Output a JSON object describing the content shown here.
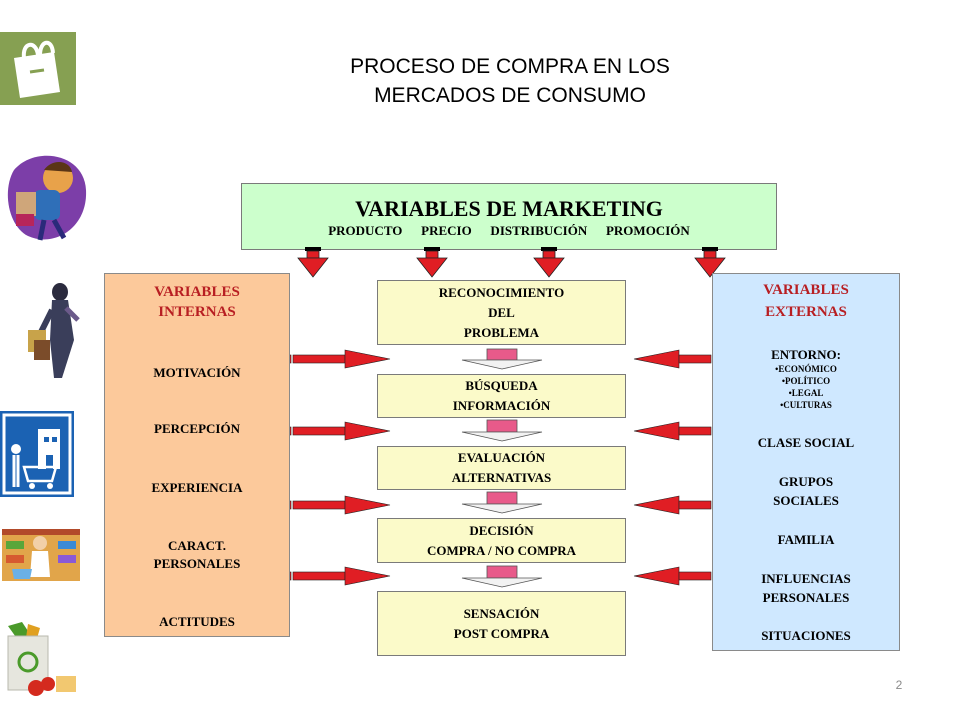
{
  "title": {
    "line1": "PROCESO DE COMPRA EN LOS",
    "line2": "MERCADOS DE CONSUMO"
  },
  "marketing": {
    "heading": "VARIABLES DE MARKETING",
    "items_line": "PRODUCTO   PRECIO   DISTRIBUCIÓN   PROMOCIÓN"
  },
  "internal": {
    "heading_line1": "VARIABLES",
    "heading_line2": "INTERNAS",
    "items": [
      "MOTIVACIÓN",
      "PERCEPCIÓN",
      "EXPERIENCIA",
      "CARACT.",
      "PERSONALES",
      "ACTITUDES"
    ]
  },
  "external": {
    "heading_line1": "VARIABLES",
    "heading_line2": "EXTERNAS",
    "entorno": "ENTORNO:",
    "entorno_items": [
      "•ECONÓMICO",
      "•POLÍTICO",
      "•LEGAL",
      "•CULTURAS"
    ],
    "clase_social": "CLASE SOCIAL",
    "grupos_line1": "GRUPOS",
    "grupos_line2": "SOCIALES",
    "familia": "FAMILIA",
    "influencias_line1": "INFLUENCIAS",
    "influencias_line2": "PERSONALES",
    "situaciones": "SITUACIONES"
  },
  "steps": [
    "RECONOCIMIENTO\nDEL\nPROBLEMA",
    "BÚSQUEDA\nINFORMACIÓN",
    "EVALUACIÓN\nALTERNATIVAS",
    "DECISIÓN\nCOMPRA / NO COMPRA",
    "SENSACIÓN\nPOST COMPRA"
  ],
  "page_number": "2",
  "icons": {
    "shopping_bag": "shopping-bag-icon",
    "shopper_cartoon": "shopper-cartoon-icon",
    "fashion_shopper": "fashion-shopper-icon",
    "supermarket_sign": "supermarket-sign-icon",
    "grocery_store": "grocery-store-icon",
    "grocery_bag": "grocery-bag-icon"
  },
  "colors": {
    "marketing_box": "#ccffcc",
    "internal_box": "#fcc99b",
    "external_box": "#cfe8ff",
    "step_box": "#fbfac9",
    "arrow_red": "#e01e24",
    "heading_red": "#b81e22",
    "sign_blue": "#1b62b3",
    "bag_green": "#86a052"
  }
}
